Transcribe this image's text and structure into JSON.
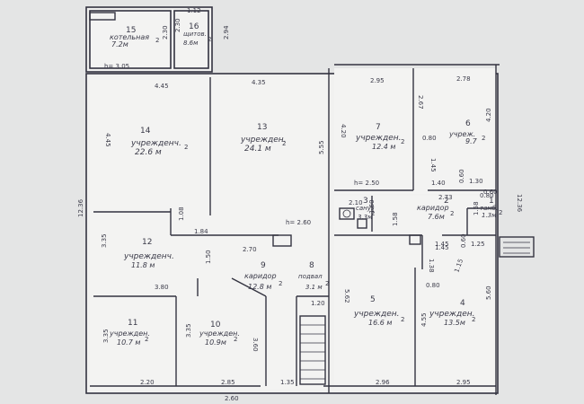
{
  "rooms": [
    {
      "num": "15",
      "name": "котельная",
      "area": "7.2м",
      "area_sup": "2"
    },
    {
      "num": "16",
      "name": "щитов.",
      "area": "8.6м",
      "area_sup": "2"
    },
    {
      "num": "14",
      "name": "учрежденч.",
      "area": "22.6 м",
      "area_sup": "2"
    },
    {
      "num": "13",
      "name": "учрежден.",
      "area": "24.1 м",
      "area_sup": "2"
    },
    {
      "num": "7",
      "name": "учрежден.",
      "area": "12.4 м",
      "area_sup": "2"
    },
    {
      "num": "6",
      "name": "учреж.",
      "area": "9.7",
      "area_sup": "2"
    },
    {
      "num": "3",
      "name": "сануз",
      "area": "3.3м",
      "area_sup": "2"
    },
    {
      "num": "2",
      "name": "каридор",
      "area": "7.6м",
      "area_sup": "2"
    },
    {
      "num": "1",
      "name": "тамб.",
      "area": "1.3м",
      "area_sup": "2"
    },
    {
      "num": "12",
      "name": "учрежденч.",
      "area": "11.8 м",
      "area_sup": ""
    },
    {
      "num": "9",
      "name": "каридор",
      "area": "12.8 м",
      "area_sup": "2"
    },
    {
      "num": "8",
      "name": "подвал",
      "area": "3.1 м",
      "area_sup": "2"
    },
    {
      "num": "11",
      "name": "учрежден.",
      "area": "10.7 м",
      "area_sup": "2"
    },
    {
      "num": "10",
      "name": "учрежден.",
      "area": "10.9м",
      "area_sup": "2"
    },
    {
      "num": "5",
      "name": "учрежден.",
      "area": "16.6 м",
      "area_sup": "2"
    },
    {
      "num": "4",
      "name": "учрежден.",
      "area": "13.5м",
      "area_sup": "2"
    }
  ],
  "dimensions": [
    "1.12",
    "2.30",
    "2.30",
    "2.94",
    "h= 3.05",
    "4.45",
    "4.35",
    "2.95",
    "2.78",
    "4.45",
    "12.36",
    "5.55",
    "4.20",
    "4.20",
    "2.67",
    "0.80",
    "1.45",
    "1.45",
    "0.60",
    "1.30",
    "h= 2.50",
    "1.40",
    "0.80",
    "12.36",
    "2.10",
    "1.60",
    "2.73",
    "1.58",
    "1.58",
    "1.08",
    "1.84",
    "h= 2.60",
    "3.35",
    "2.70",
    "1.50",
    "3.80",
    "1.20",
    "3.35",
    "3.35",
    "3.60",
    "2.20",
    "2.85",
    "1.35",
    "1.45",
    "1.25",
    "0.60",
    "1.38",
    "1.15",
    "5.62",
    "4.55",
    "0.80",
    "5.60",
    "2.96",
    "2.95",
    "2.60",
    "0.60"
  ]
}
